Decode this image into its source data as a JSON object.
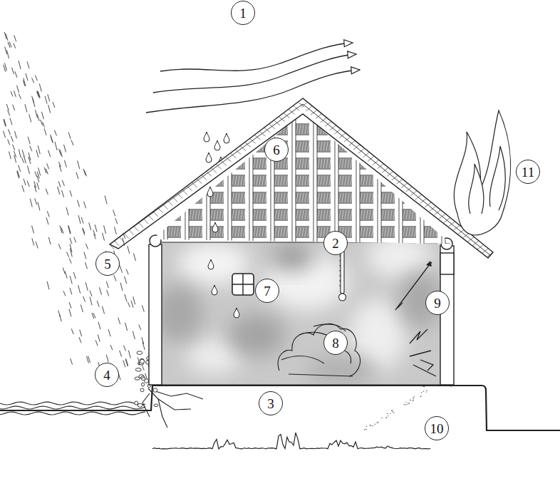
{
  "diagram": {
    "nodes": [
      {
        "text": [
          "1"
        ]
      },
      {
        "text": [
          "6"
        ]
      },
      {
        "text": [
          "11"
        ]
      },
      {
        "text": [
          "2"
        ]
      },
      {
        "text": [
          "5"
        ]
      },
      {
        "text": [
          "7"
        ]
      },
      {
        "text": [
          "9"
        ]
      },
      {
        "text": [
          "8"
        ]
      },
      {
        "text": [
          "4"
        ]
      },
      {
        "text": [
          "3"
        ]
      },
      {
        "text": [
          "10"
        ]
      }
    ],
    "edges": []
  }
}
